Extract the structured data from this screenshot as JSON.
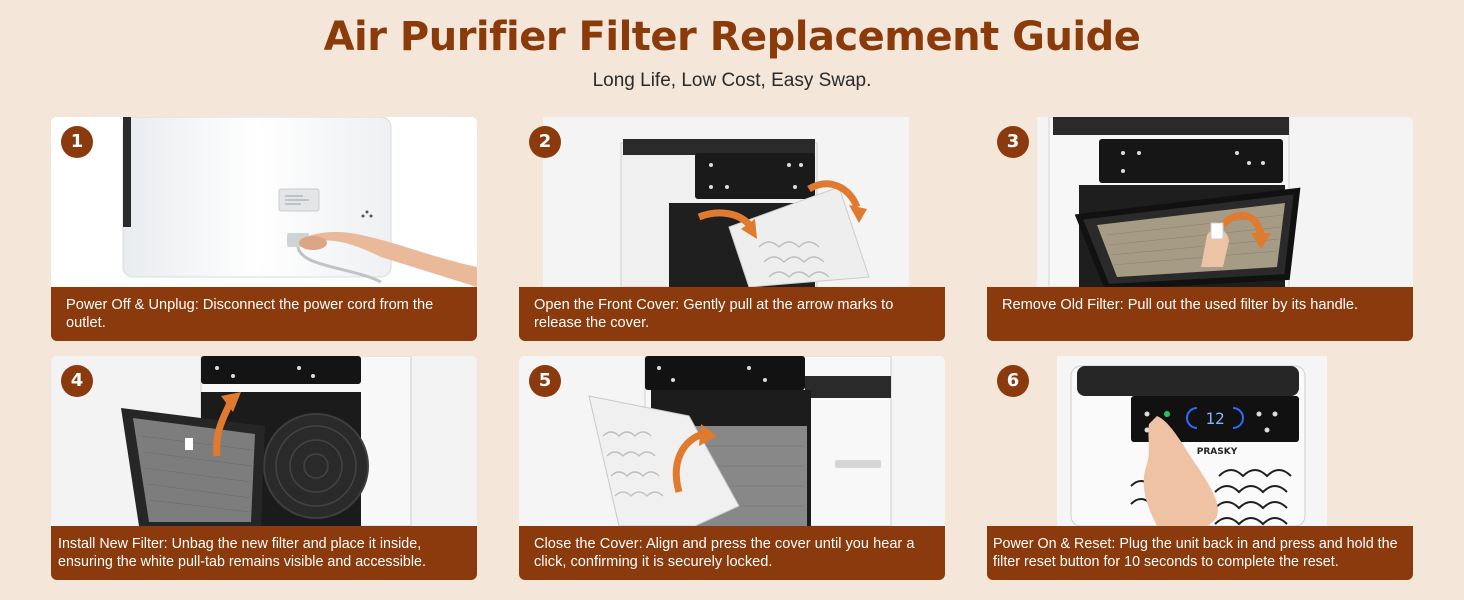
{
  "header": {
    "title": "Air Purifier Filter Replacement Guide",
    "subtitle": "Long Life, Low Cost, Easy Swap."
  },
  "brand": "PRASKY",
  "display_readout": "12",
  "colors": {
    "background": "#f4e7da",
    "accent": "#8a3a0c",
    "arrow": "#e07a2e"
  },
  "steps": [
    {
      "number": "1",
      "icon": "unplug-illustration",
      "text": "Power Off & Unplug: Disconnect the power cord from the outlet."
    },
    {
      "number": "2",
      "icon": "open-cover-illustration",
      "text": "Open the Front Cover: Gently pull at the arrow marks to release the cover."
    },
    {
      "number": "3",
      "icon": "remove-filter-illustration",
      "text": "Remove Old Filter: Pull out the used filter by its handle."
    },
    {
      "number": "4",
      "icon": "install-filter-illustration",
      "text": "Install New Filter: Unbag the new filter and place it inside, ensuring the white pull-tab remains visible and accessible."
    },
    {
      "number": "5",
      "icon": "close-cover-illustration",
      "text": "Close the Cover: Align and press the cover until you hear a click, confirming it is securely locked."
    },
    {
      "number": "6",
      "icon": "reset-illustration",
      "text": "Power On & Reset: Plug the unit back in and press and hold the filter reset button for 10 seconds to complete the reset."
    }
  ]
}
